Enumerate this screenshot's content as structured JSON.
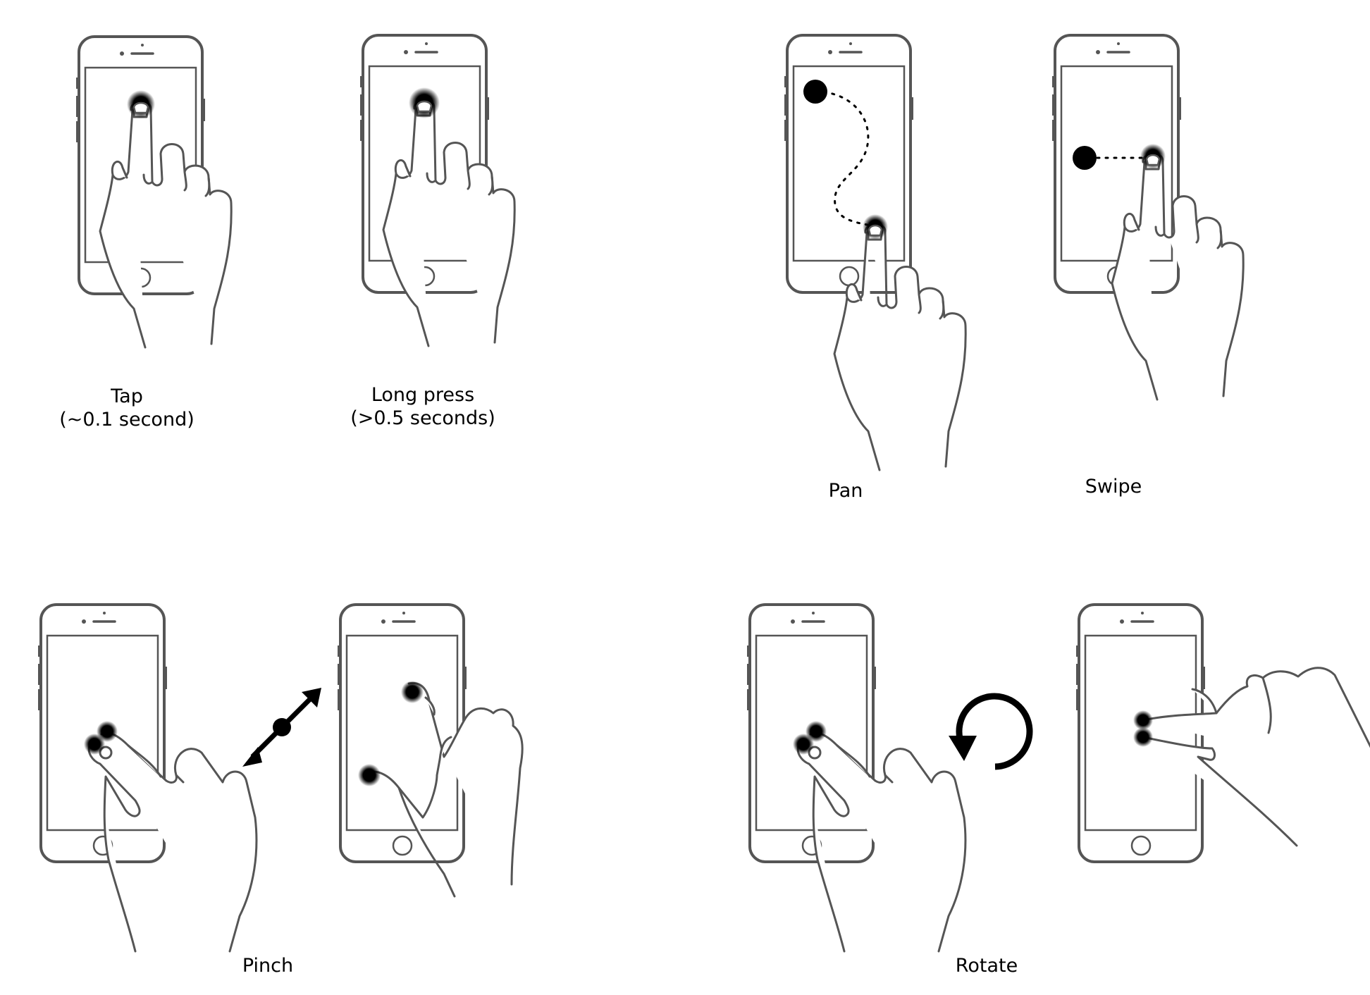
{
  "gestures": {
    "tap": {
      "title": "Tap",
      "detail": "(~0.1 second)"
    },
    "long_press": {
      "title": "Long press",
      "detail": "(>0.5 seconds)"
    },
    "pan": {
      "title": "Pan"
    },
    "swipe": {
      "title": "Swipe"
    },
    "pinch": {
      "title": "Pinch"
    },
    "rotate": {
      "title": "Rotate"
    }
  },
  "colors": {
    "outline": "#555555",
    "touch_point": "#000000",
    "background": "#ffffff"
  },
  "icons": {
    "touch": "touch-point-icon",
    "pinch": "double-arrow-icon",
    "rotate": "rotate-arrow-icon"
  }
}
